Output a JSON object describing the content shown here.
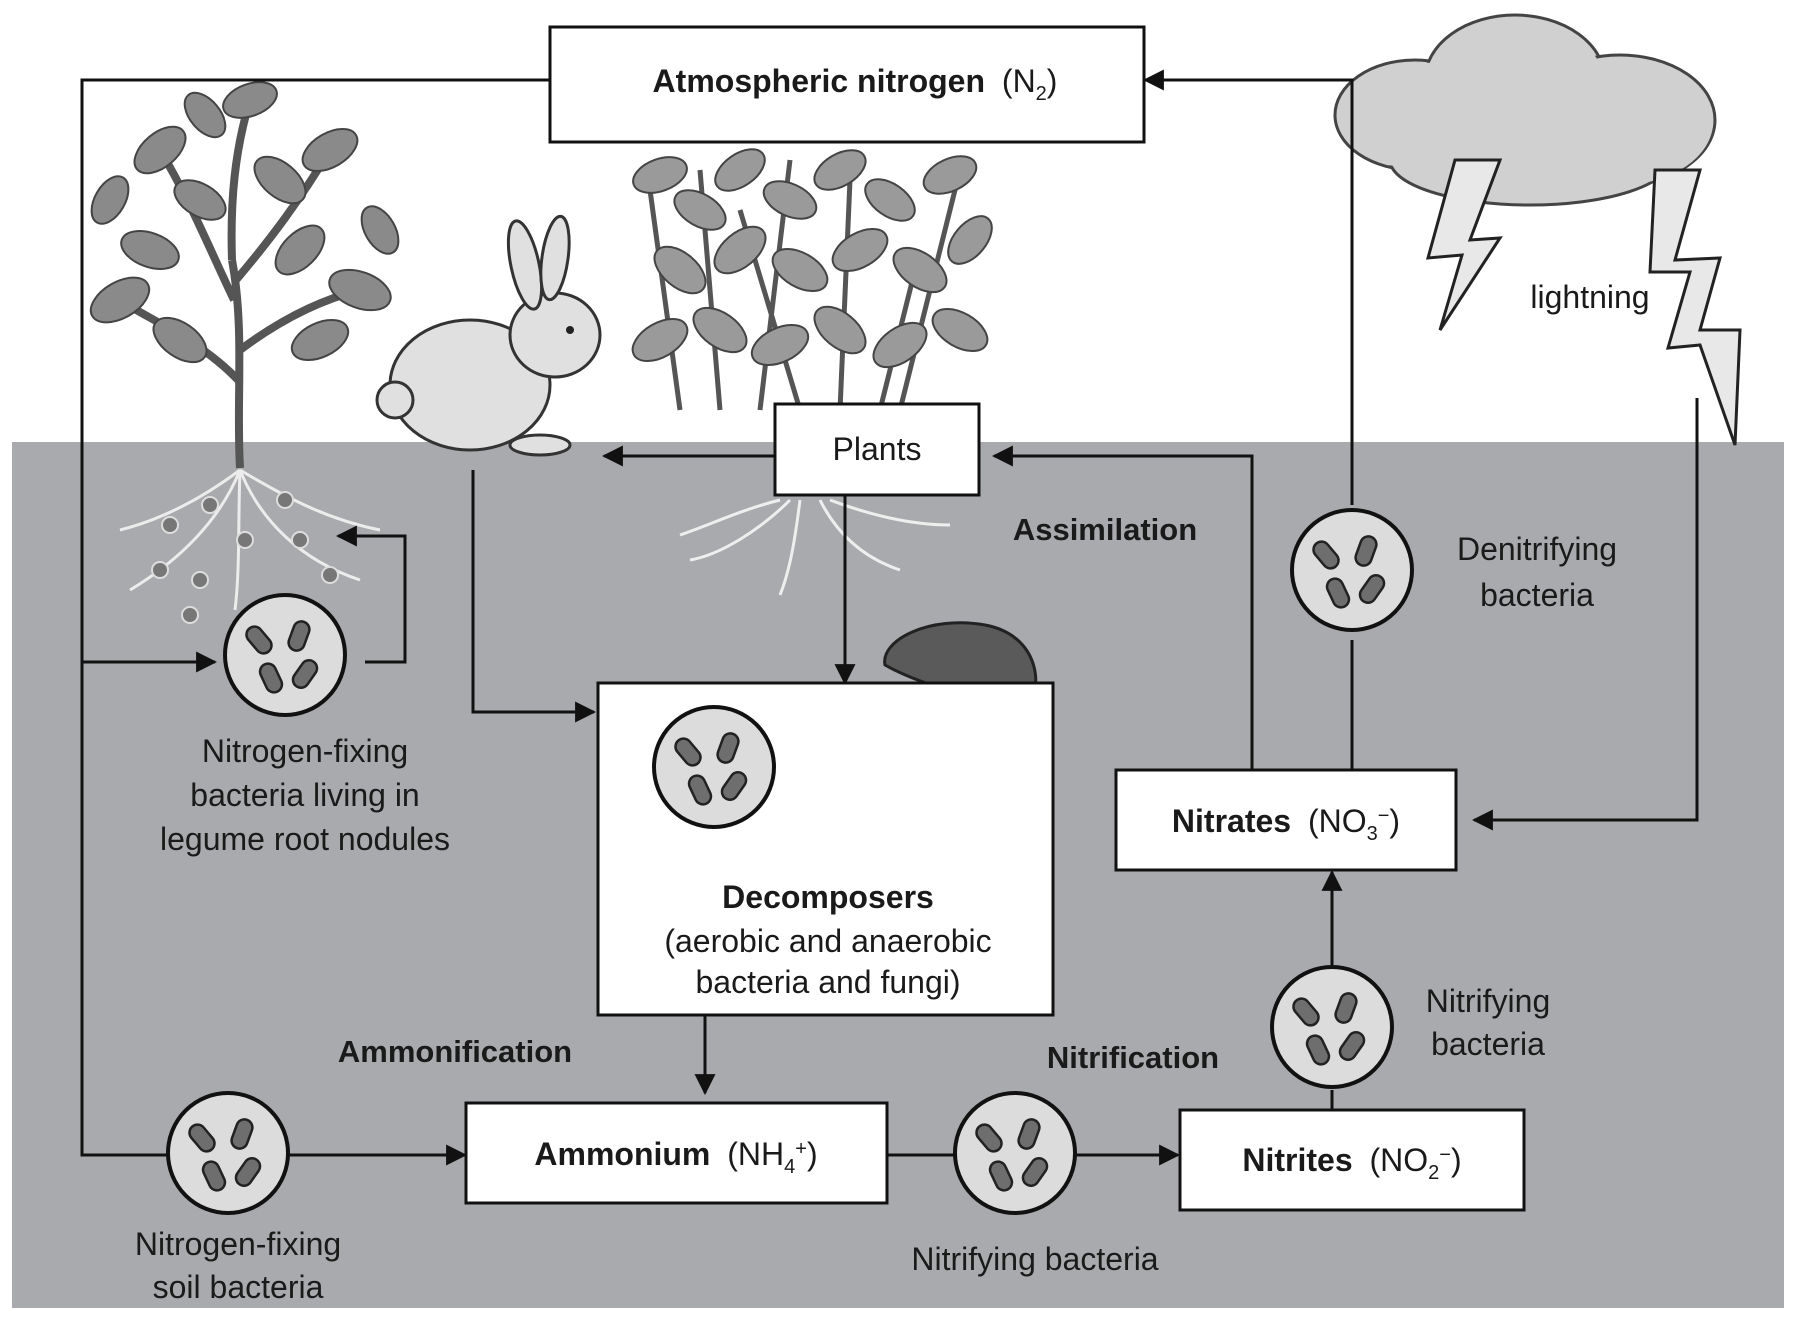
{
  "colors": {
    "soil": "#a9aaad",
    "box_fill": "#ffffff",
    "line": "#111111",
    "plant_fill": "#8a8a8a",
    "cloud_fill": "#d0d0d0"
  },
  "boxes": {
    "atmospheric": {
      "label": "Atmospheric nitrogen",
      "formula_base": "(N",
      "formula_sub": "2",
      "formula_end": ")"
    },
    "plants": {
      "label": "Plants"
    },
    "decomposers": {
      "title": "Decomposers",
      "line1": "(aerobic and anaerobic",
      "line2": "bacteria and fungi)"
    },
    "ammonium": {
      "label": "Ammonium",
      "formula_base": "(NH",
      "formula_sub": "4",
      "formula_sup": "+",
      "formula_end": ")"
    },
    "nitrites": {
      "label": "Nitrites",
      "formula_base": "(NO",
      "formula_sub": "2",
      "formula_sup": "−",
      "formula_end": ")"
    },
    "nitrates": {
      "label": "Nitrates",
      "formula_base": "(NO",
      "formula_sub": "3",
      "formula_sup": "−",
      "formula_end": ")"
    }
  },
  "process_labels": {
    "assimilation": "Assimilation",
    "ammonification": "Ammonification",
    "nitrification": "Nitrification"
  },
  "organism_labels": {
    "lightning": "lightning",
    "denitrifying": [
      "Denitrifying",
      "bacteria"
    ],
    "nitrifying_right": [
      "Nitrifying",
      "bacteria"
    ],
    "nitrifying_bottom": "Nitrifying bacteria",
    "legume_fixing": [
      "Nitrogen-fixing",
      "bacteria living in",
      "legume root nodules"
    ],
    "soil_fixing": [
      "Nitrogen-fixing",
      "soil bacteria"
    ]
  },
  "icons": [
    "legume-plant-icon",
    "rabbit-icon",
    "plants-icon",
    "cloud-icon",
    "lightning-bolt-icon",
    "mushroom-icon",
    "bacteria-icon"
  ]
}
